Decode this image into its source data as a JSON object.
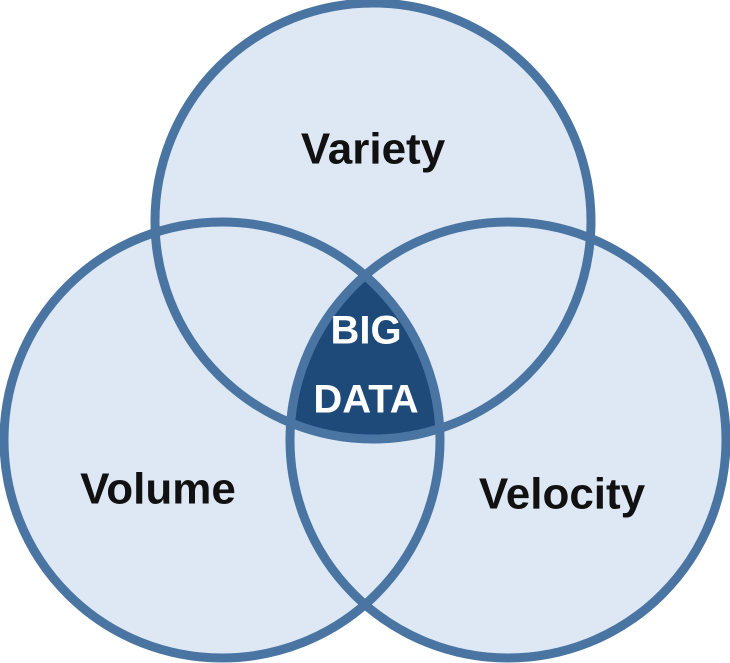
{
  "diagram": {
    "sets": [
      {
        "id": "variety",
        "label": "Variety"
      },
      {
        "id": "volume",
        "label": "Volume"
      },
      {
        "id": "velocity",
        "label": "Velocity"
      }
    ],
    "center": {
      "line1": "BIG",
      "line2": "DATA"
    },
    "colors": {
      "fill": "#dde8f4",
      "stroke": "#4a75a3",
      "center_fill": "#1e4a7a",
      "label_text": "#111111",
      "center_text": "#ffffff"
    }
  }
}
